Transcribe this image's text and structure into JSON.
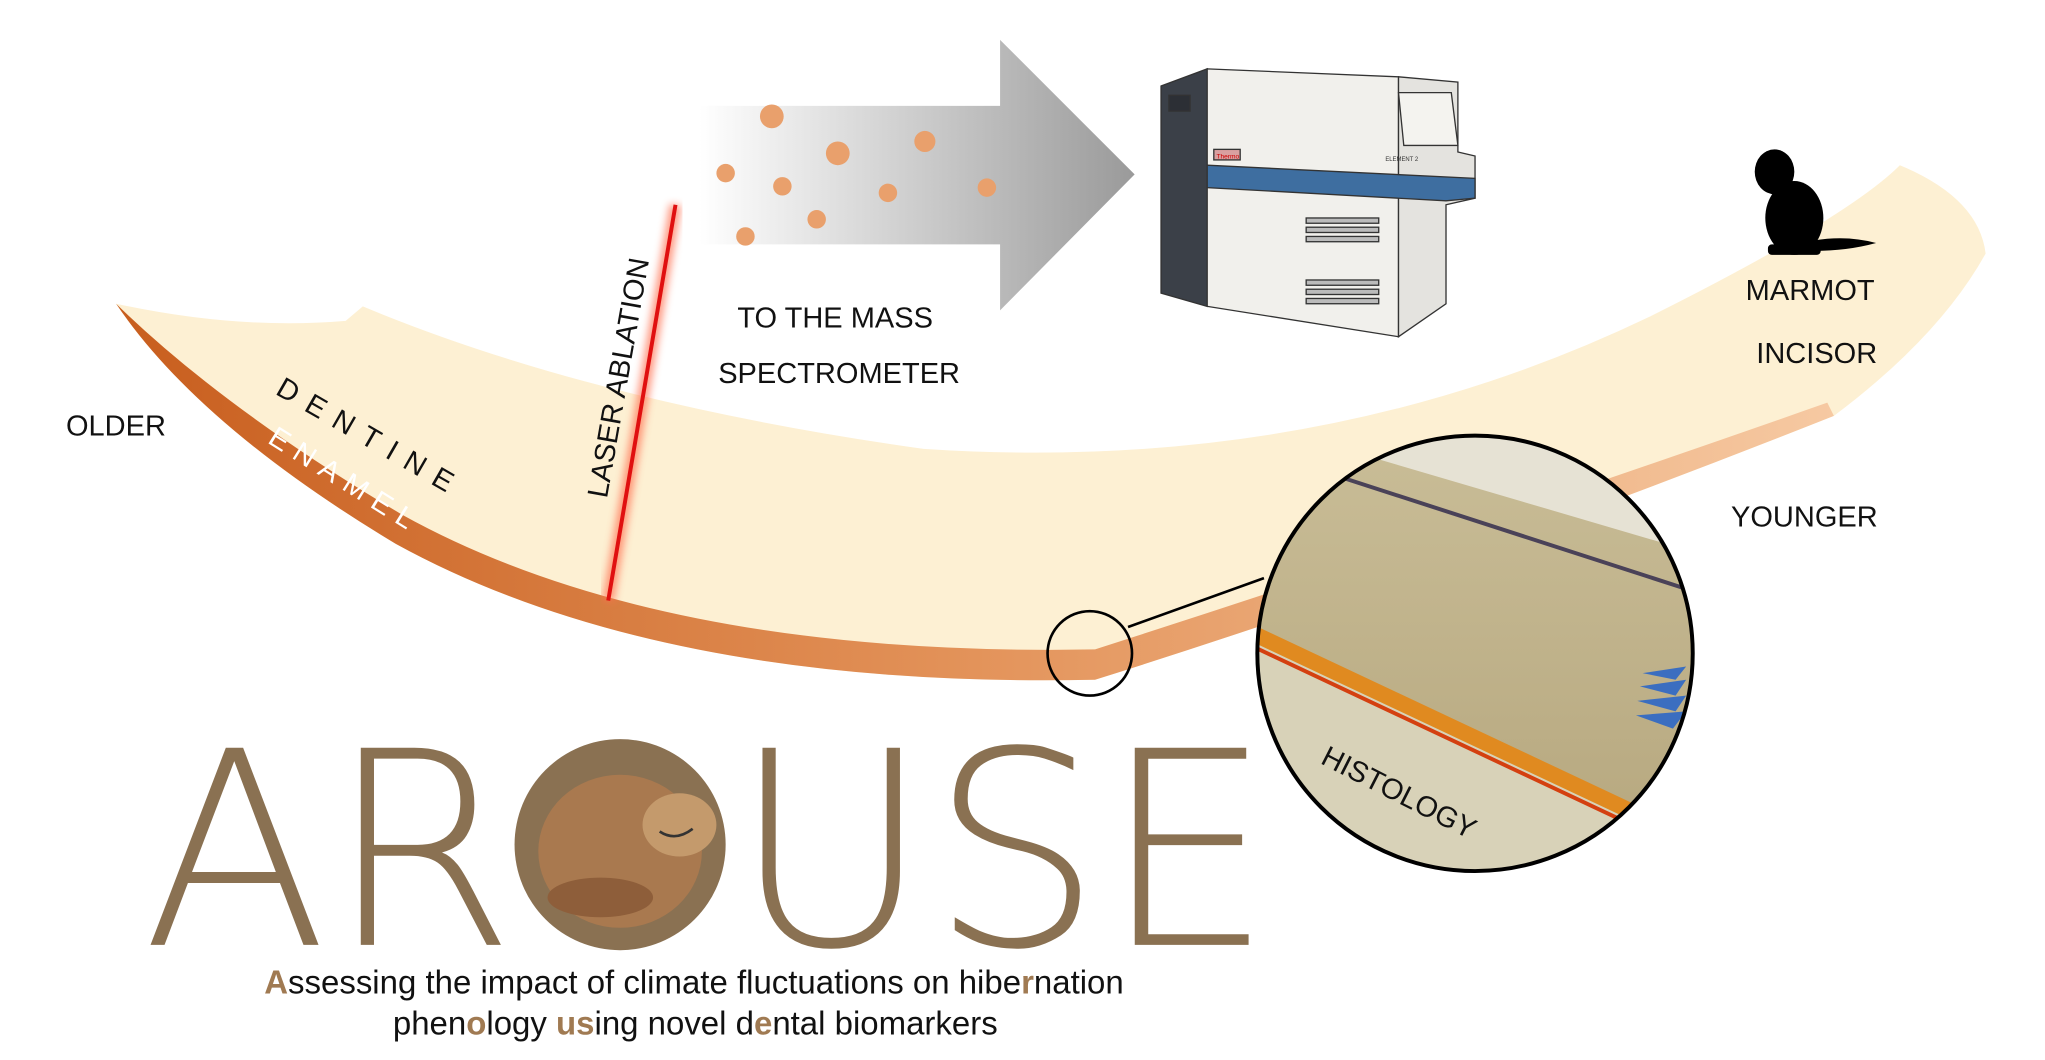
{
  "labels": {
    "older": "OLDER",
    "younger": "YOUNGER",
    "dentine": "DENTINE",
    "enamel": "ENAMEL",
    "laser_ablation": "LASER ABLATION",
    "to_mass_line1": "TO THE MASS",
    "to_mass_line2": "SPECTROMETER",
    "marmot": "MARMOT",
    "incisor": "INCISOR",
    "histology": "HISTOLOGY"
  },
  "instrument": {
    "brand": "Thermo",
    "model": "ELEMENT 2"
  },
  "logo": {
    "left": "AR",
    "right": "USE",
    "full": "AROUSE"
  },
  "subtitle": {
    "l1_a": "A",
    "l1_b": "ssessing the impact of climate fluctuations on hibe",
    "l1_c": "r",
    "l1_d": "nation",
    "l2_a": "phen",
    "l2_b": "o",
    "l2_c": "logy ",
    "l2_d": "us",
    "l2_e": "ing novel d",
    "l2_f": "e",
    "l2_g": "ntal biomarkers"
  },
  "colors": {
    "brand_brown": "#8a7152",
    "dentine": "#fdf0d3",
    "enamel": "#d9783a",
    "laser": "#e01010",
    "particles": "#e9a06c"
  }
}
